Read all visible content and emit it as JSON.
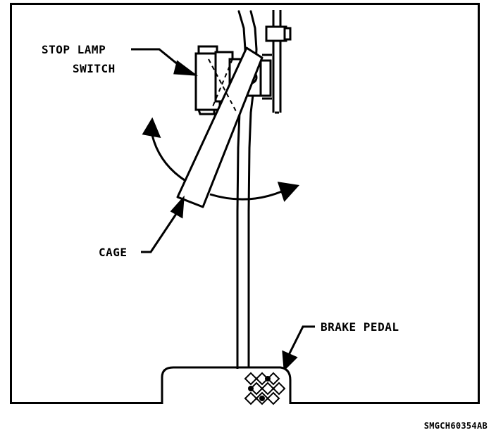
{
  "labels": {
    "stop_lamp_switch_line1": "STOP LAMP",
    "stop_lamp_switch_line2": "SWITCH",
    "cage": "CAGE",
    "brake_pedal": "BRAKE PEDAL"
  },
  "figure_code": "SMGCH60354AB"
}
